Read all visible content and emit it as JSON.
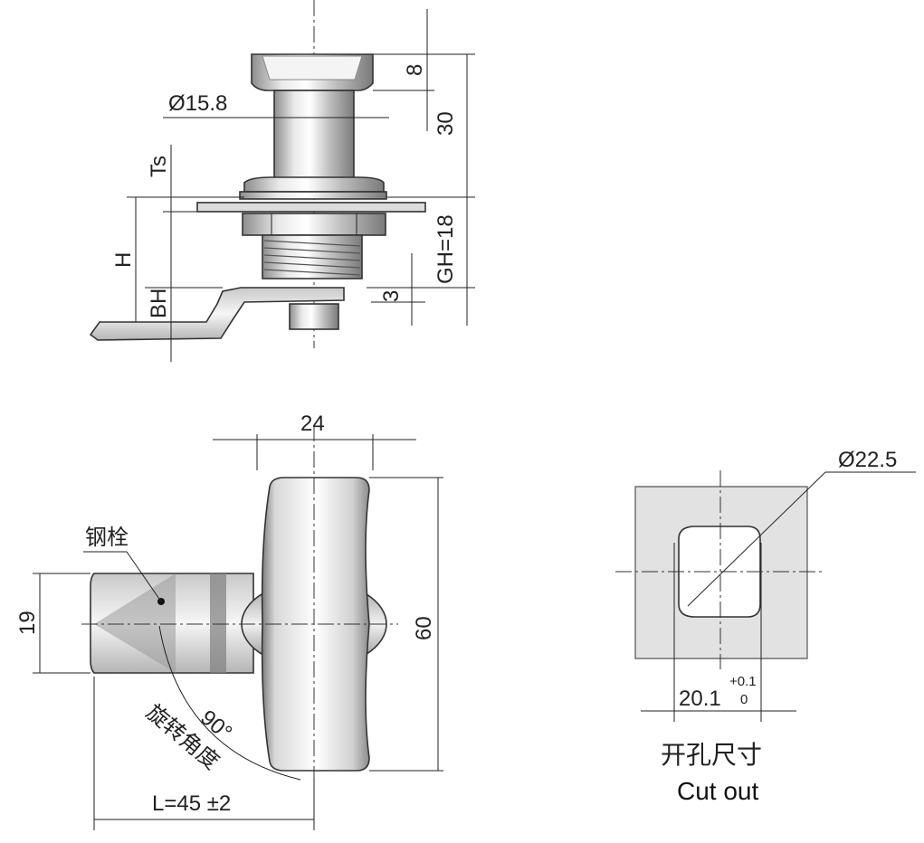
{
  "side_view": {
    "dim_head_height": "8",
    "dim_body_height": "30",
    "dim_diameter": "Ø15.8",
    "dim_ts": "Ts",
    "dim_h": "H",
    "dim_bh": "BH",
    "dim_gh": "GH=18",
    "dim_3": "3"
  },
  "front_view": {
    "dim_width": "24",
    "dim_height": "60",
    "dim_cam": "19",
    "label_pin": "钢栓",
    "angle": "90°",
    "angle_label": "旋转角度",
    "dim_length": "L=45 ±2"
  },
  "cutout": {
    "dim_diameter": "Ø22.5",
    "dim_width": "20.1",
    "tol_upper": "+0.1",
    "tol_lower": "0",
    "caption_cn": "开孔尺寸",
    "caption_en": "Cut out"
  }
}
